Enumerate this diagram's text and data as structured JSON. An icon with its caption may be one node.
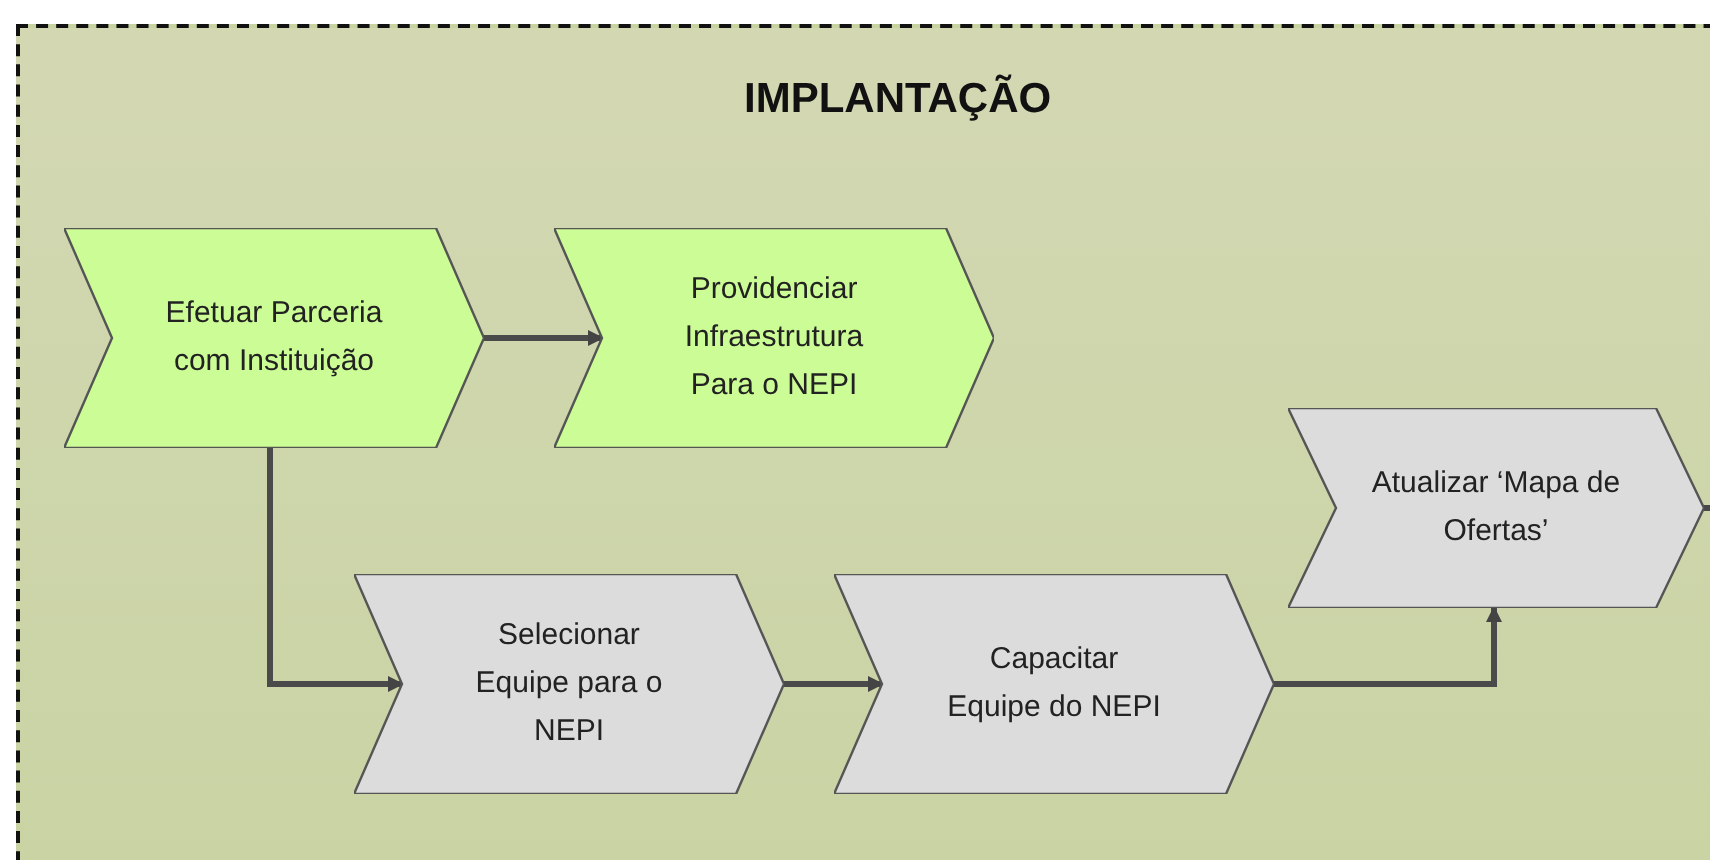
{
  "diagram": {
    "nodes": [
      {
        "text": [
          "IMPLANTAÇÃO"
        ]
      },
      {
        "text": [
          "Efetuar Parceria com Instituição"
        ],
        "in": 0
      },
      {
        "text": [
          "Providenciar Infraestrutura Para o NEPI"
        ],
        "in": 0
      },
      {
        "text": [
          "Selecionar Equipe para o NEPI"
        ],
        "in": 0
      },
      {
        "text": [
          "Capacitar Equipe do NEPI"
        ],
        "in": 0
      },
      {
        "text": [
          "Atualizar ‘Mapa de Ofertas’"
        ],
        "in": 0
      }
    ],
    "edges": [
      {
        "from": 1,
        "to": 2,
        "arrow": "to"
      },
      {
        "from": 1,
        "to": 3,
        "arrow": "to"
      },
      {
        "from": 3,
        "to": 4,
        "arrow": "to"
      },
      {
        "from": 4,
        "to": 5,
        "arrow": "to"
      },
      {
        "from": 5,
        "to": null,
        "arrow": "none"
      }
    ]
  }
}
